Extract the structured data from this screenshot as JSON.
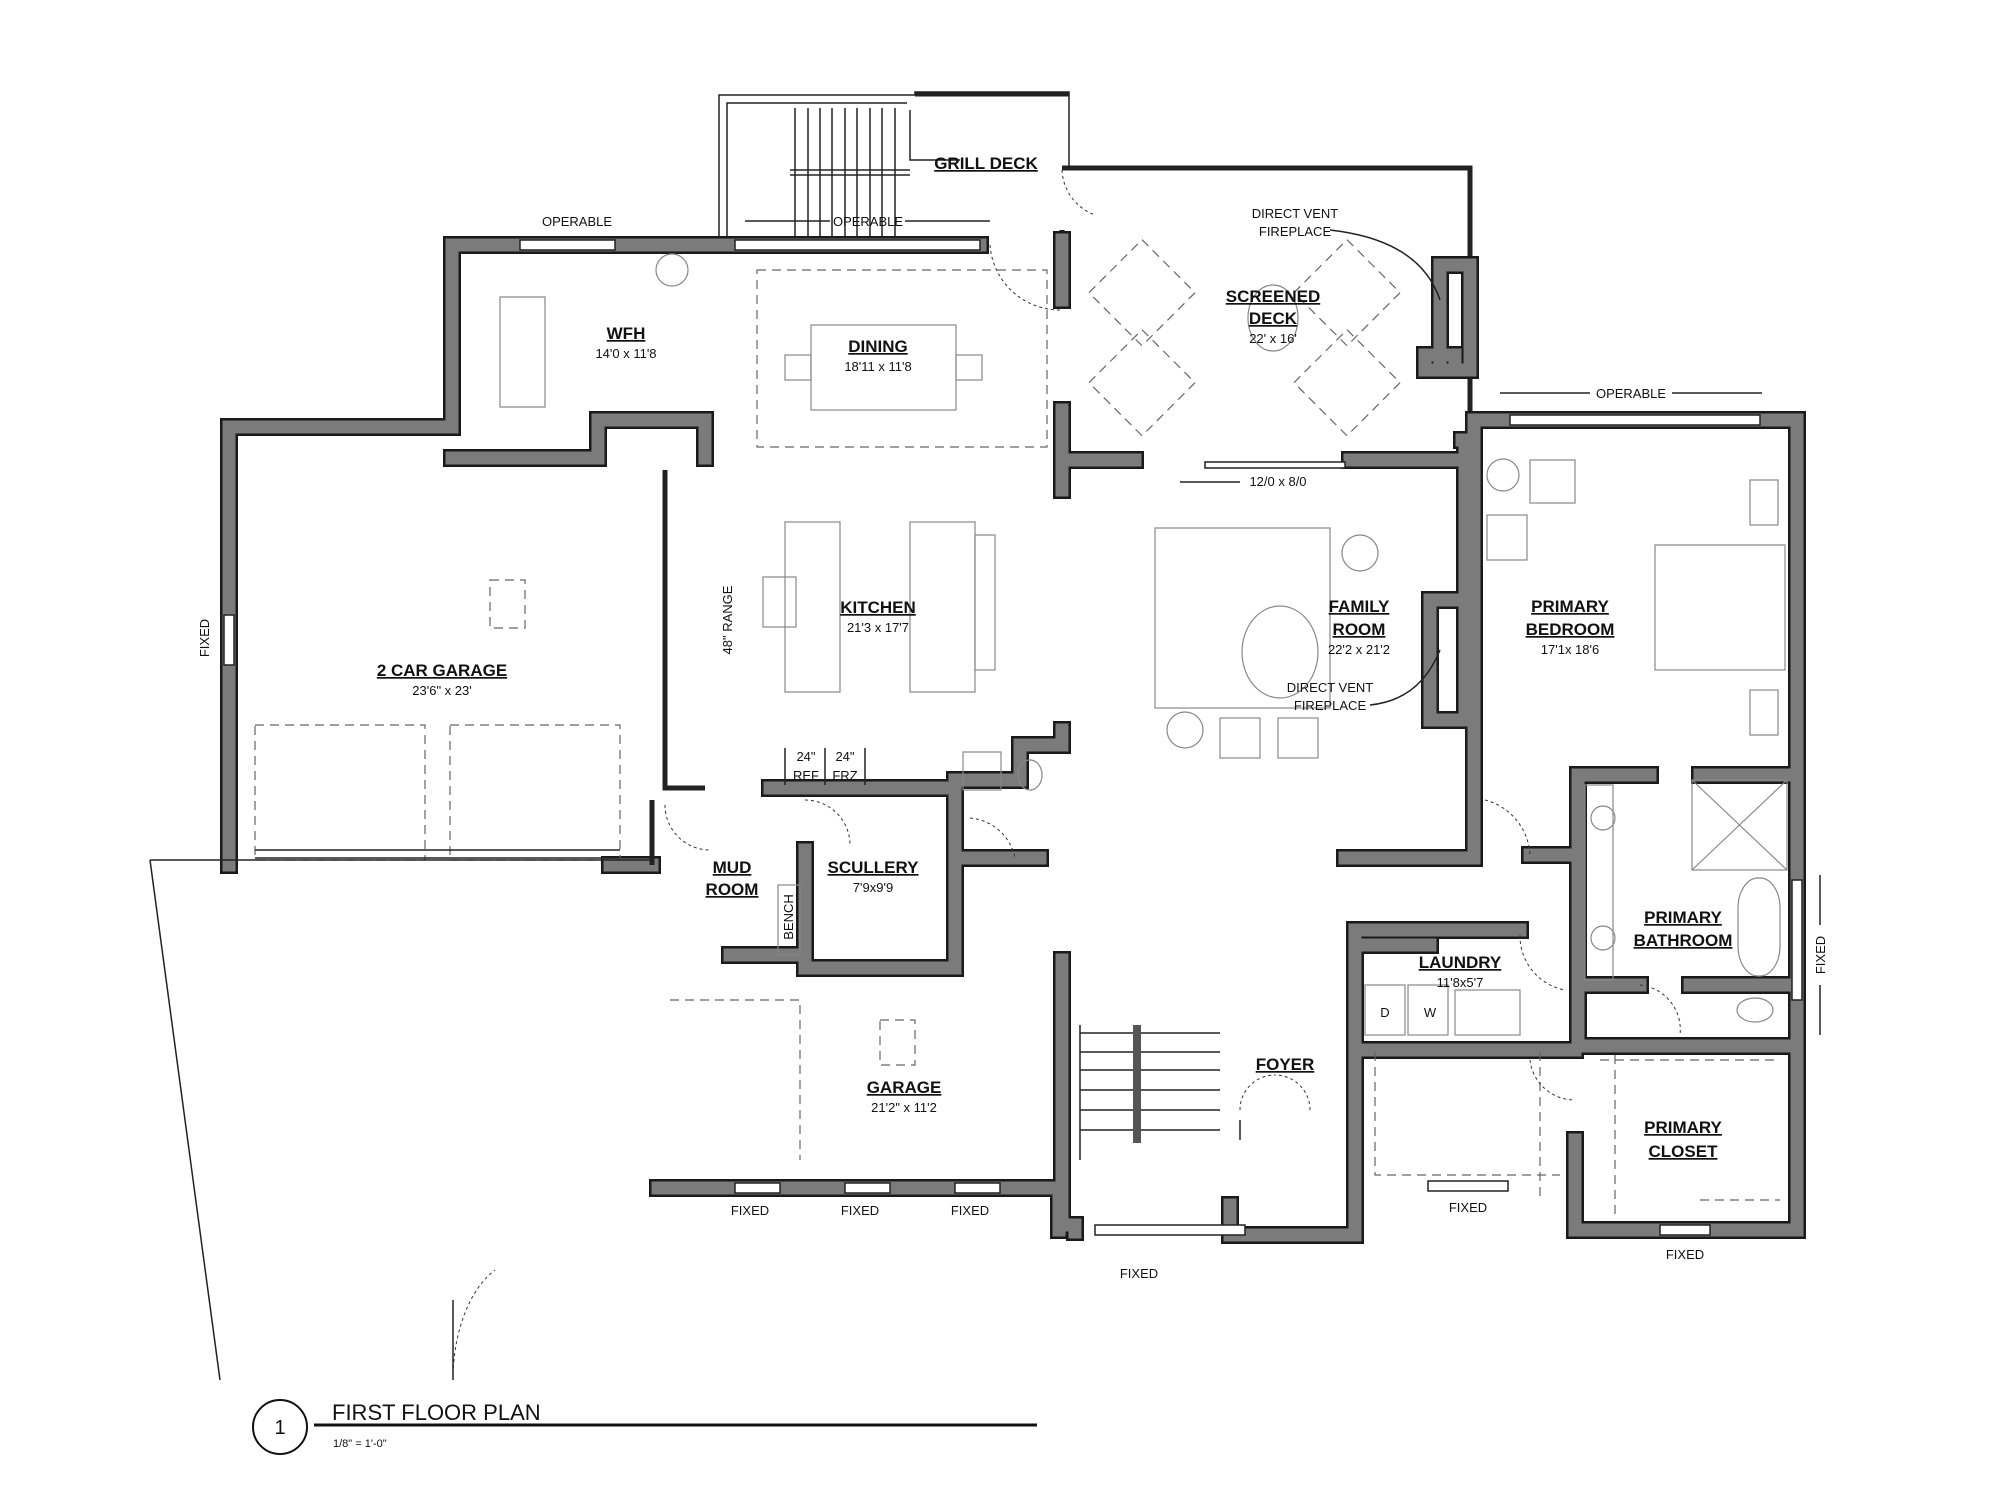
{
  "plan": {
    "title": "FIRST FLOOR PLAN",
    "scale": "1/8\" = 1'-0\"",
    "drawing_number": "1"
  },
  "rooms": {
    "two_car_garage": {
      "name": "2 CAR GARAGE",
      "size": "23'6\" x 23'"
    },
    "wfh": {
      "name": "WFH",
      "size": "14'0 x 11'8"
    },
    "dining": {
      "name": "DINING",
      "size": "18'11 x 11'8"
    },
    "grill_deck": {
      "name": "GRILL DECK"
    },
    "screened_deck": {
      "name1": "SCREENED",
      "name2": "DECK",
      "size": "22' x 16'"
    },
    "kitchen": {
      "name": "KITCHEN",
      "size": "21'3 x 17'7"
    },
    "family_room": {
      "name1": "FAMILY",
      "name2": "ROOM",
      "size": "22'2 x 21'2"
    },
    "primary_bedroom": {
      "name1": "PRIMARY",
      "name2": "BEDROOM",
      "size": "17'1x 18'6"
    },
    "mud_room": {
      "name1": "MUD",
      "name2": "ROOM"
    },
    "scullery": {
      "name": "SCULLERY",
      "size": "7'9x9'9"
    },
    "garage": {
      "name": "GARAGE",
      "size": "21'2\" x 11'2"
    },
    "foyer": {
      "name": "FOYER"
    },
    "laundry": {
      "name": "LAUNDRY",
      "size": "11'8x5'7"
    },
    "primary_bathroom": {
      "name1": "PRIMARY",
      "name2": "BATHROOM"
    },
    "primary_closet": {
      "name1": "PRIMARY",
      "name2": "CLOSET"
    }
  },
  "notes": {
    "operable": "OPERABLE",
    "fixed": "FIXED",
    "direct_vent_1": "DIRECT VENT",
    "direct_vent_2": "FIREPLACE",
    "slider": "12/0 x 8/0",
    "range": "48\" RANGE",
    "ref_1": "24\"",
    "ref_2": "REF",
    "frz_1": "24\"",
    "frz_2": "FRZ",
    "bench": "BENCH",
    "dryer": "D",
    "washer": "W"
  },
  "colors": {
    "wall_fill": "#7b7b7b",
    "wall_outline": "#1a1a1a",
    "background": "#ffffff"
  }
}
